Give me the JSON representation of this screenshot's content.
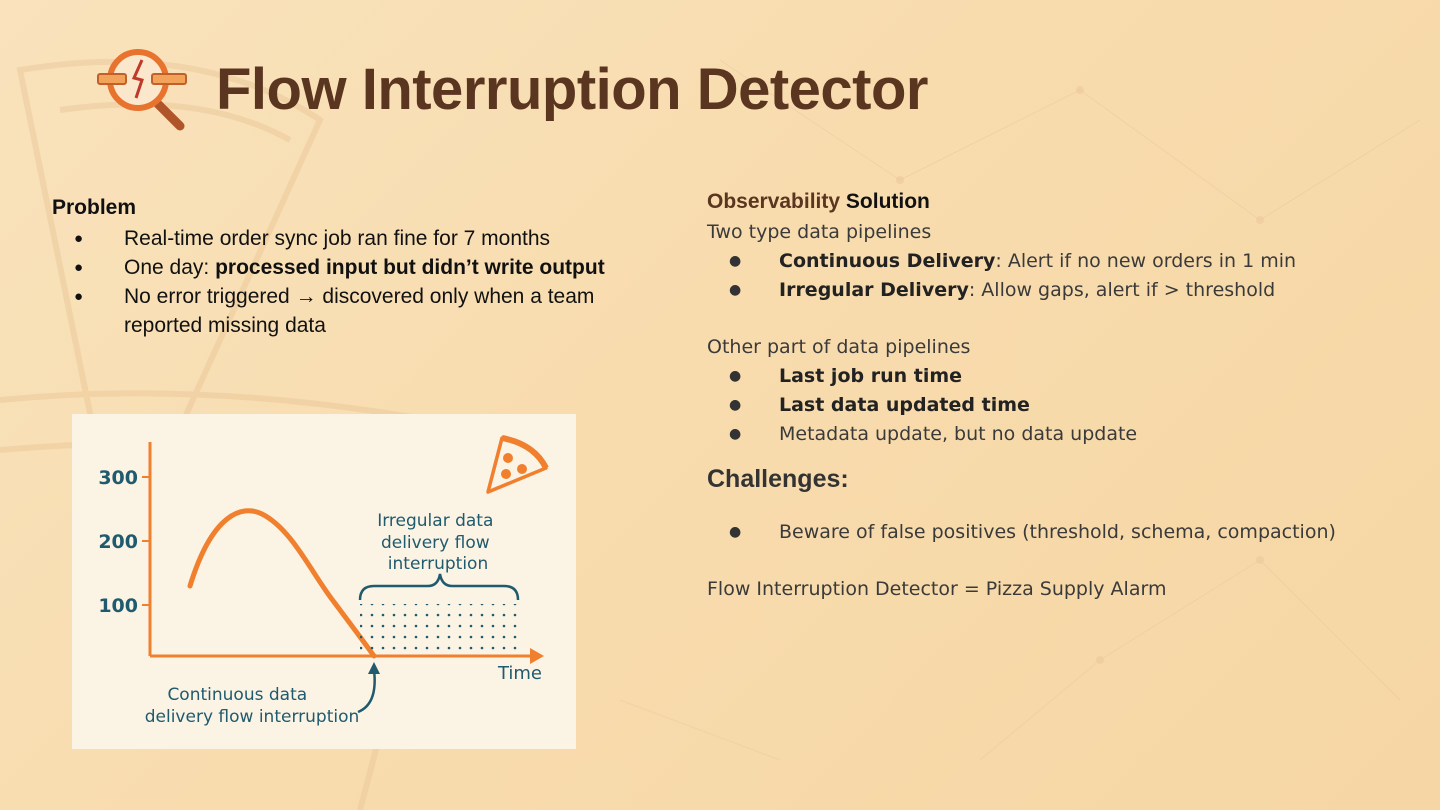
{
  "slide": {
    "title": "Flow Interruption Detector",
    "logo_icon": "broken-pipe-magnifier-icon"
  },
  "problem": {
    "heading": "Problem",
    "items": [
      {
        "text": "Real-time order sync job ran fine for 7 months"
      },
      {
        "prefix": "One day: ",
        "bold": "processed input but didn’t write output"
      },
      {
        "text": "No error triggered → discovered only when a team reported missing data"
      }
    ]
  },
  "solution": {
    "heading_part1": "Observability",
    "heading_part2": "Solution",
    "intro1": "Two type data pipelines",
    "types": [
      {
        "bold": "Continuous Delivery",
        "rest": ": Alert if no new orders in 1 min"
      },
      {
        "bold": "Irregular Delivery",
        "rest": ": Allow gaps, alert if > threshold"
      }
    ],
    "intro2": "Other part of data pipelines",
    "parts": [
      {
        "bold": "Last job run time"
      },
      {
        "bold": "Last data updated time"
      },
      {
        "text": "Metadata update, but no data update"
      }
    ]
  },
  "challenges": {
    "heading": "Challenges:",
    "items": [
      "Beware of false positives (threshold, schema, compaction)"
    ]
  },
  "summary": "Flow Interruption Detector = Pizza Supply Alarm",
  "chart_data": {
    "type": "line",
    "y_ticks": [
      "300",
      "200",
      "100"
    ],
    "xlabel": "Time",
    "annotations": {
      "irregular": [
        "Irregular data",
        "delivery flow",
        "interruption"
      ],
      "continuous": [
        "Continuous data",
        "delivery flow interruption"
      ]
    },
    "icon": "pizza-slice-icon",
    "colors": {
      "line": "#f07f2e",
      "axis": "#f07f2e",
      "text": "#1f5a6e"
    }
  }
}
